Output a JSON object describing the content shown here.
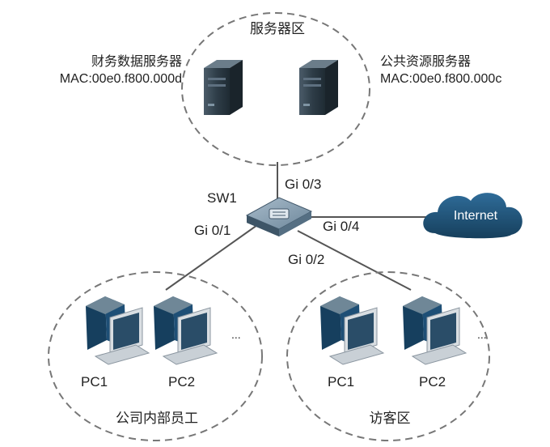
{
  "zones": {
    "server": {
      "title": "服务器区"
    },
    "staff": {
      "title": "公司内部员工"
    },
    "guest": {
      "title": "访客区"
    }
  },
  "servers": {
    "finance": {
      "name": "财务数据服务器",
      "mac": "MAC:00e0.f800.000d"
    },
    "public": {
      "name": "公共资源服务器",
      "mac": "MAC:00e0.f800.000c"
    }
  },
  "switch": {
    "name": "SW1"
  },
  "ports": {
    "gi01": "Gi 0/1",
    "gi02": "Gi 0/2",
    "gi03": "Gi 0/3",
    "gi04": "Gi 0/4"
  },
  "internet": {
    "label": "Internet"
  },
  "staff_pcs": {
    "pc1": "PC1",
    "pc2": "PC2",
    "more": "..."
  },
  "guest_pcs": {
    "pc1": "PC1",
    "pc2": "PC2",
    "more": "..."
  },
  "colors": {
    "line": "#555555",
    "dash": "#707070",
    "server_dark": "#2c3a45",
    "server_face": "#3d4d59",
    "pc_blue": "#1e4f76",
    "cloud": "#1f5478",
    "switch": "#5f7a8f"
  }
}
